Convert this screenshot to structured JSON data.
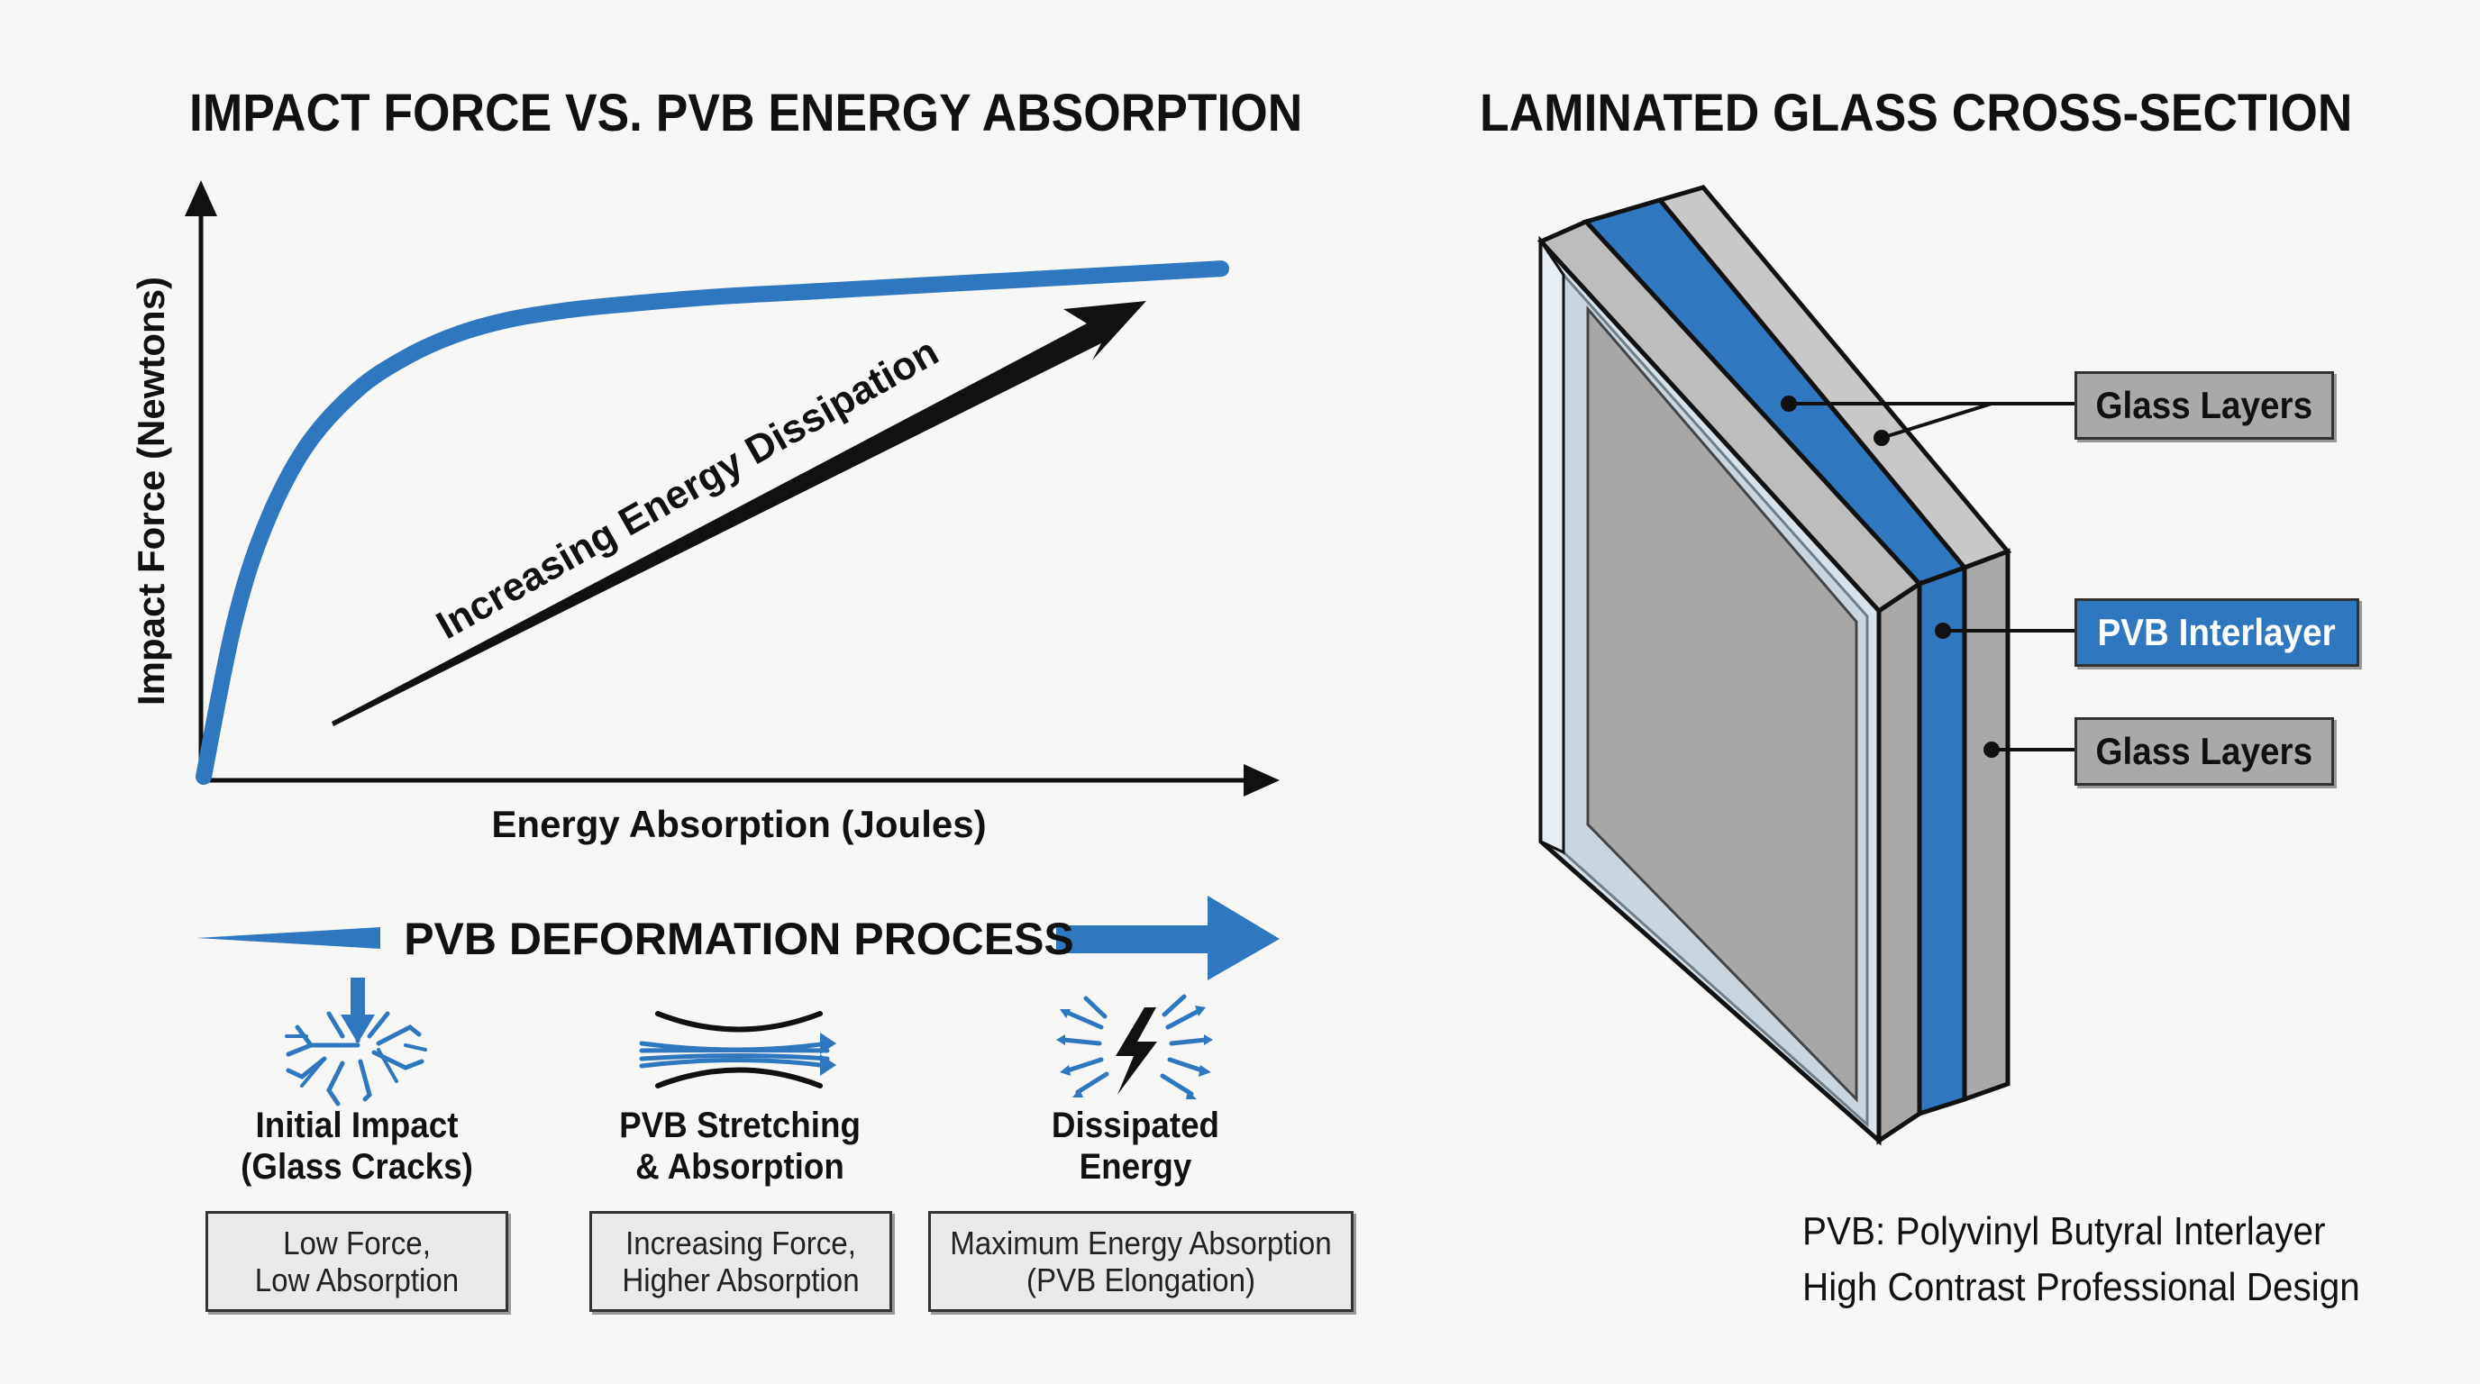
{
  "colors": {
    "accent_blue": "#2f78c0",
    "glass_gray": "#a9a9a9",
    "dark": "#111111",
    "box_fill": "#e9e9e9"
  },
  "left_panel": {
    "title": "IMPACT FORCE VS. PVB ENERGY ABSORPTION",
    "arrow_label": "Increasing Energy Dissipation"
  },
  "chart_data": {
    "type": "line",
    "title": "IMPACT FORCE VS. PVB ENERGY ABSORPTION",
    "xlabel": "Energy Absorption (Joules)",
    "ylabel": "Impact Force (Newtons)",
    "xlim": [
      0,
      100
    ],
    "ylim": [
      0,
      100
    ],
    "grid": false,
    "x": [
      0,
      3,
      6,
      10,
      15,
      20,
      25,
      30,
      35,
      40,
      50,
      60,
      70,
      80,
      90,
      100
    ],
    "series": [
      {
        "values": [
          0,
          27,
          44,
          58,
          68,
          74,
          78,
          80.5,
          82,
          83,
          84.5,
          85.5,
          86.5,
          87.5,
          88.5,
          89.5
        ]
      }
    ]
  },
  "process": {
    "title": "PVB DEFORMATION PROCESS",
    "steps": [
      {
        "icon": "glass-crack-icon",
        "label_1": "Initial Impact",
        "label_2": "(Glass Cracks)",
        "box_1": "Low Force,",
        "box_2": "Low Absorption"
      },
      {
        "icon": "stretch-flow-icon",
        "label_1": "PVB Stretching",
        "label_2": "& Absorption",
        "box_1": "Increasing Force,",
        "box_2": "Higher Absorption"
      },
      {
        "icon": "energy-burst-icon",
        "label_1": "Dissipated",
        "label_2": "Energy",
        "box_1": "Maximum Energy Absorption",
        "box_2": "(PVB Elongation)"
      }
    ]
  },
  "right_panel": {
    "title": "LAMINATED GLASS CROSS-SECTION",
    "callouts": {
      "glass_top": "Glass Layers",
      "pvb": "PVB Interlayer",
      "glass_bottom": "Glass Layers"
    },
    "notes": [
      "PVB: Polyvinyl Butyral Interlayer",
      "High Contrast Professional Design"
    ]
  }
}
